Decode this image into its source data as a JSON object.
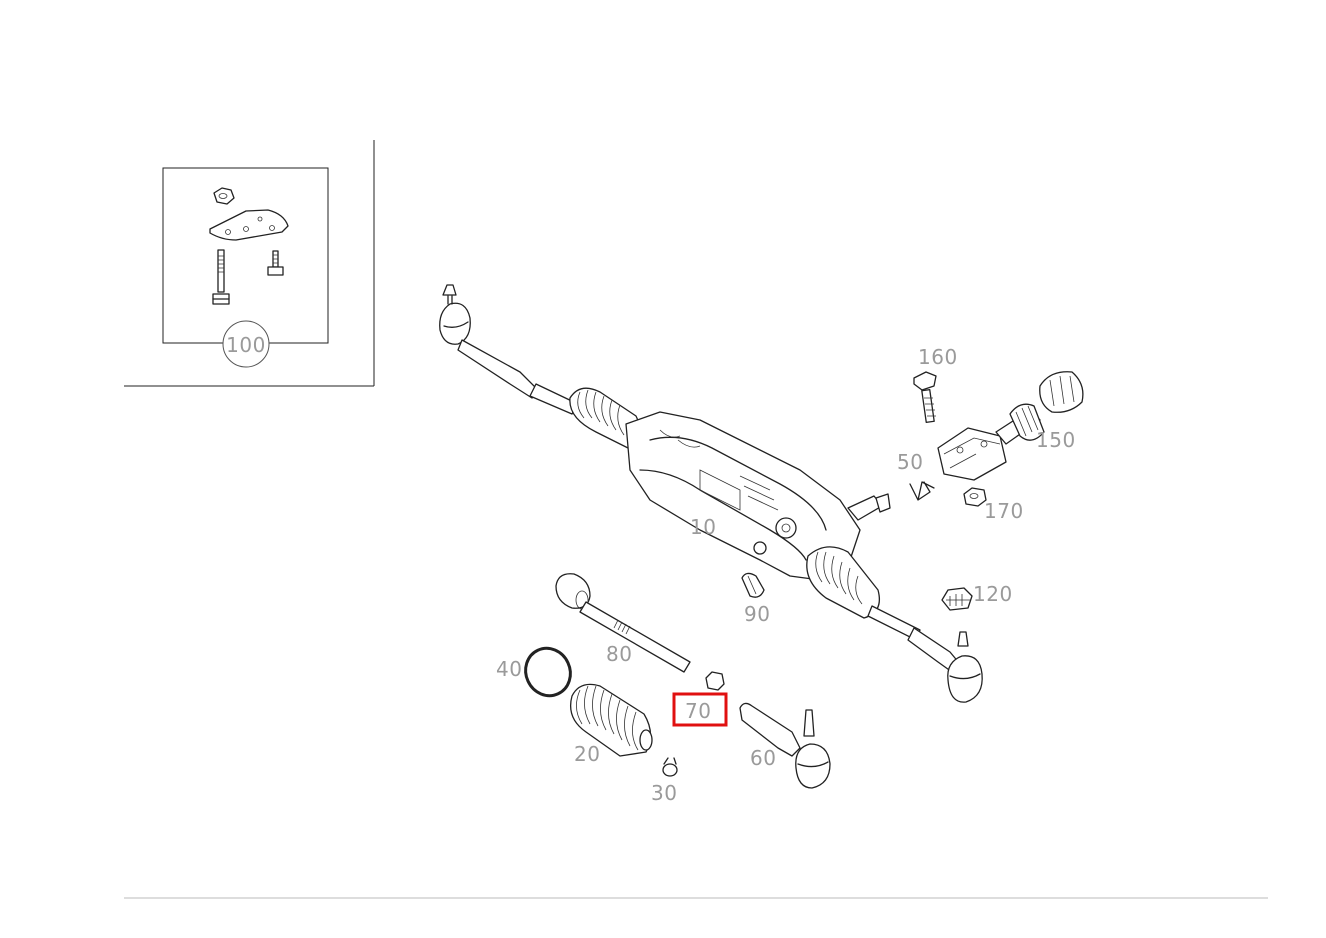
{
  "diagram": {
    "highlight_color": "#e01010",
    "label_color": "#9a9a9a",
    "inset_callout": "100",
    "parts": [
      {
        "id": "p10",
        "number": "10",
        "name": "steering-gear"
      },
      {
        "id": "p20",
        "number": "20",
        "name": "bellows"
      },
      {
        "id": "p30",
        "number": "30",
        "name": "small-clamp"
      },
      {
        "id": "p40",
        "number": "40",
        "name": "large-clamp"
      },
      {
        "id": "p50",
        "number": "50",
        "name": "clip"
      },
      {
        "id": "p60",
        "number": "60",
        "name": "tie-rod-end"
      },
      {
        "id": "p70",
        "number": "70",
        "name": "lock-nut",
        "highlighted": true
      },
      {
        "id": "p80",
        "number": "80",
        "name": "tie-rod"
      },
      {
        "id": "p90",
        "number": "90",
        "name": "bushing"
      },
      {
        "id": "p120",
        "number": "120",
        "name": "nut"
      },
      {
        "id": "p150",
        "number": "150",
        "name": "intermediate-shaft"
      },
      {
        "id": "p160",
        "number": "160",
        "name": "bolt"
      },
      {
        "id": "p170",
        "number": "170",
        "name": "nut"
      }
    ]
  }
}
